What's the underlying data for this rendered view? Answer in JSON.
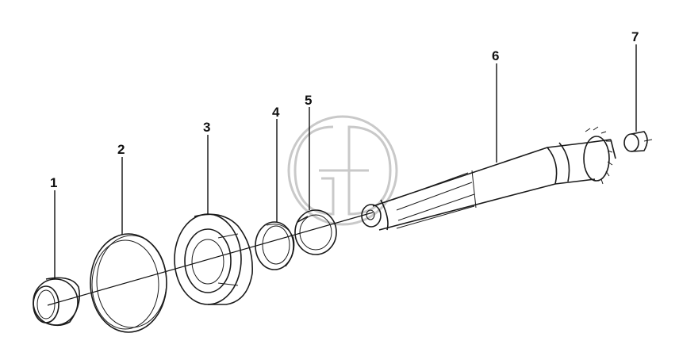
{
  "diagram": {
    "type": "exploded-parts-view",
    "colors": {
      "line": "#1a1a1a",
      "watermark": "#c9c9c9",
      "background": "#ffffff"
    },
    "watermark_icon": "gd-logo-watermark-icon",
    "callouts": [
      {
        "id": "part-1",
        "label": "1"
      },
      {
        "id": "part-2",
        "label": "2"
      },
      {
        "id": "part-3",
        "label": "3"
      },
      {
        "id": "part-4",
        "label": "4"
      },
      {
        "id": "part-5",
        "label": "5"
      },
      {
        "id": "part-6",
        "label": "6"
      },
      {
        "id": "part-7",
        "label": "7"
      }
    ]
  }
}
